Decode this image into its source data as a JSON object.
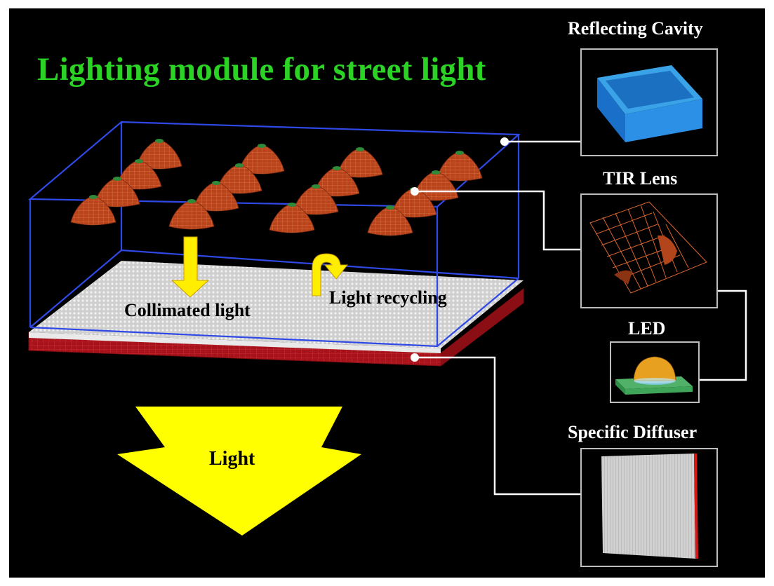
{
  "title": "Lighting module for street light",
  "labels": {
    "collimated": "Collimated light",
    "recycling": "Light recycling",
    "light": "Light"
  },
  "panels": {
    "reflecting_cavity": "Reflecting Cavity",
    "tir_lens": "TIR Lens",
    "led": "LED",
    "diffuser": "Specific Diffuser"
  },
  "colors": {
    "title": "#2bd424",
    "cavity_outline": "#2f49e6",
    "lens": "#c24a1e",
    "arrow": "#ffee00",
    "diffuser_base": "#b8151a",
    "diffuser_surface": "#d4d4d4",
    "connector": "#ffffff"
  }
}
